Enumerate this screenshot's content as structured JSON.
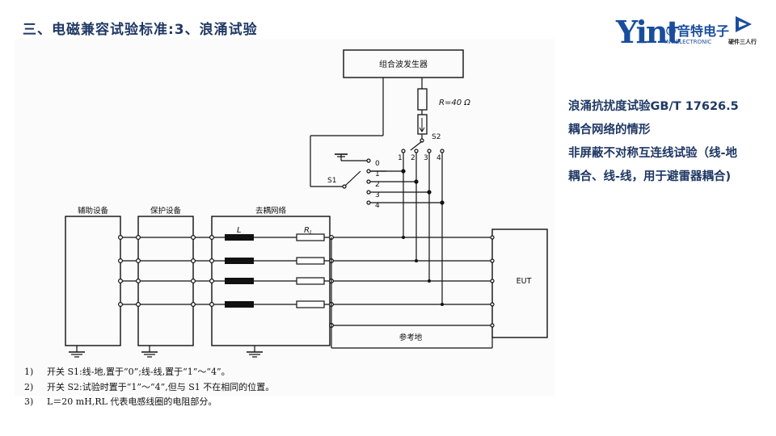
{
  "slide": {
    "title": "三、电磁兼容试验标准:3、浪涌试验"
  },
  "logo": {
    "mark": "Yint",
    "cn": "®音特电子",
    "en": "INT ELECTRONIC",
    "partner": "硬件三人行"
  },
  "diagram": {
    "generator": "组合波发生器",
    "resistor": "R=40 Ω",
    "s2": "S2",
    "s1": "S1",
    "s1_positions": [
      "0",
      "1",
      "2",
      "3",
      "4"
    ],
    "s2_positions": [
      "1",
      "2",
      "3",
      "4"
    ],
    "aux_equipment": "辅助设备",
    "protection_equipment": "保护设备",
    "decoupling_network": "去耦网络",
    "inductor": "L",
    "rl": "R",
    "rl_sub": "L",
    "eut": "EUT",
    "reference_ground": "参考地"
  },
  "notes": [
    {
      "num": "1)",
      "text": "开关 S1:线-地,置于“0”;线-线,置于“1”～“4”。"
    },
    {
      "num": "2)",
      "text": "开关 S2:试验时置于“1”～“4”,但与 S1 不在相同的位置。"
    },
    {
      "num": "3)",
      "text": "L＝20 mH,RL 代表电感线圈的电阻部分。"
    }
  ],
  "side_text": [
    "浪涌抗扰度试验GB/T 17626.5",
    "耦合网络的情形",
    "非屏蔽不对称互连线试验（线-地",
    "耦合、线-线，用于避雷器耦合)"
  ]
}
